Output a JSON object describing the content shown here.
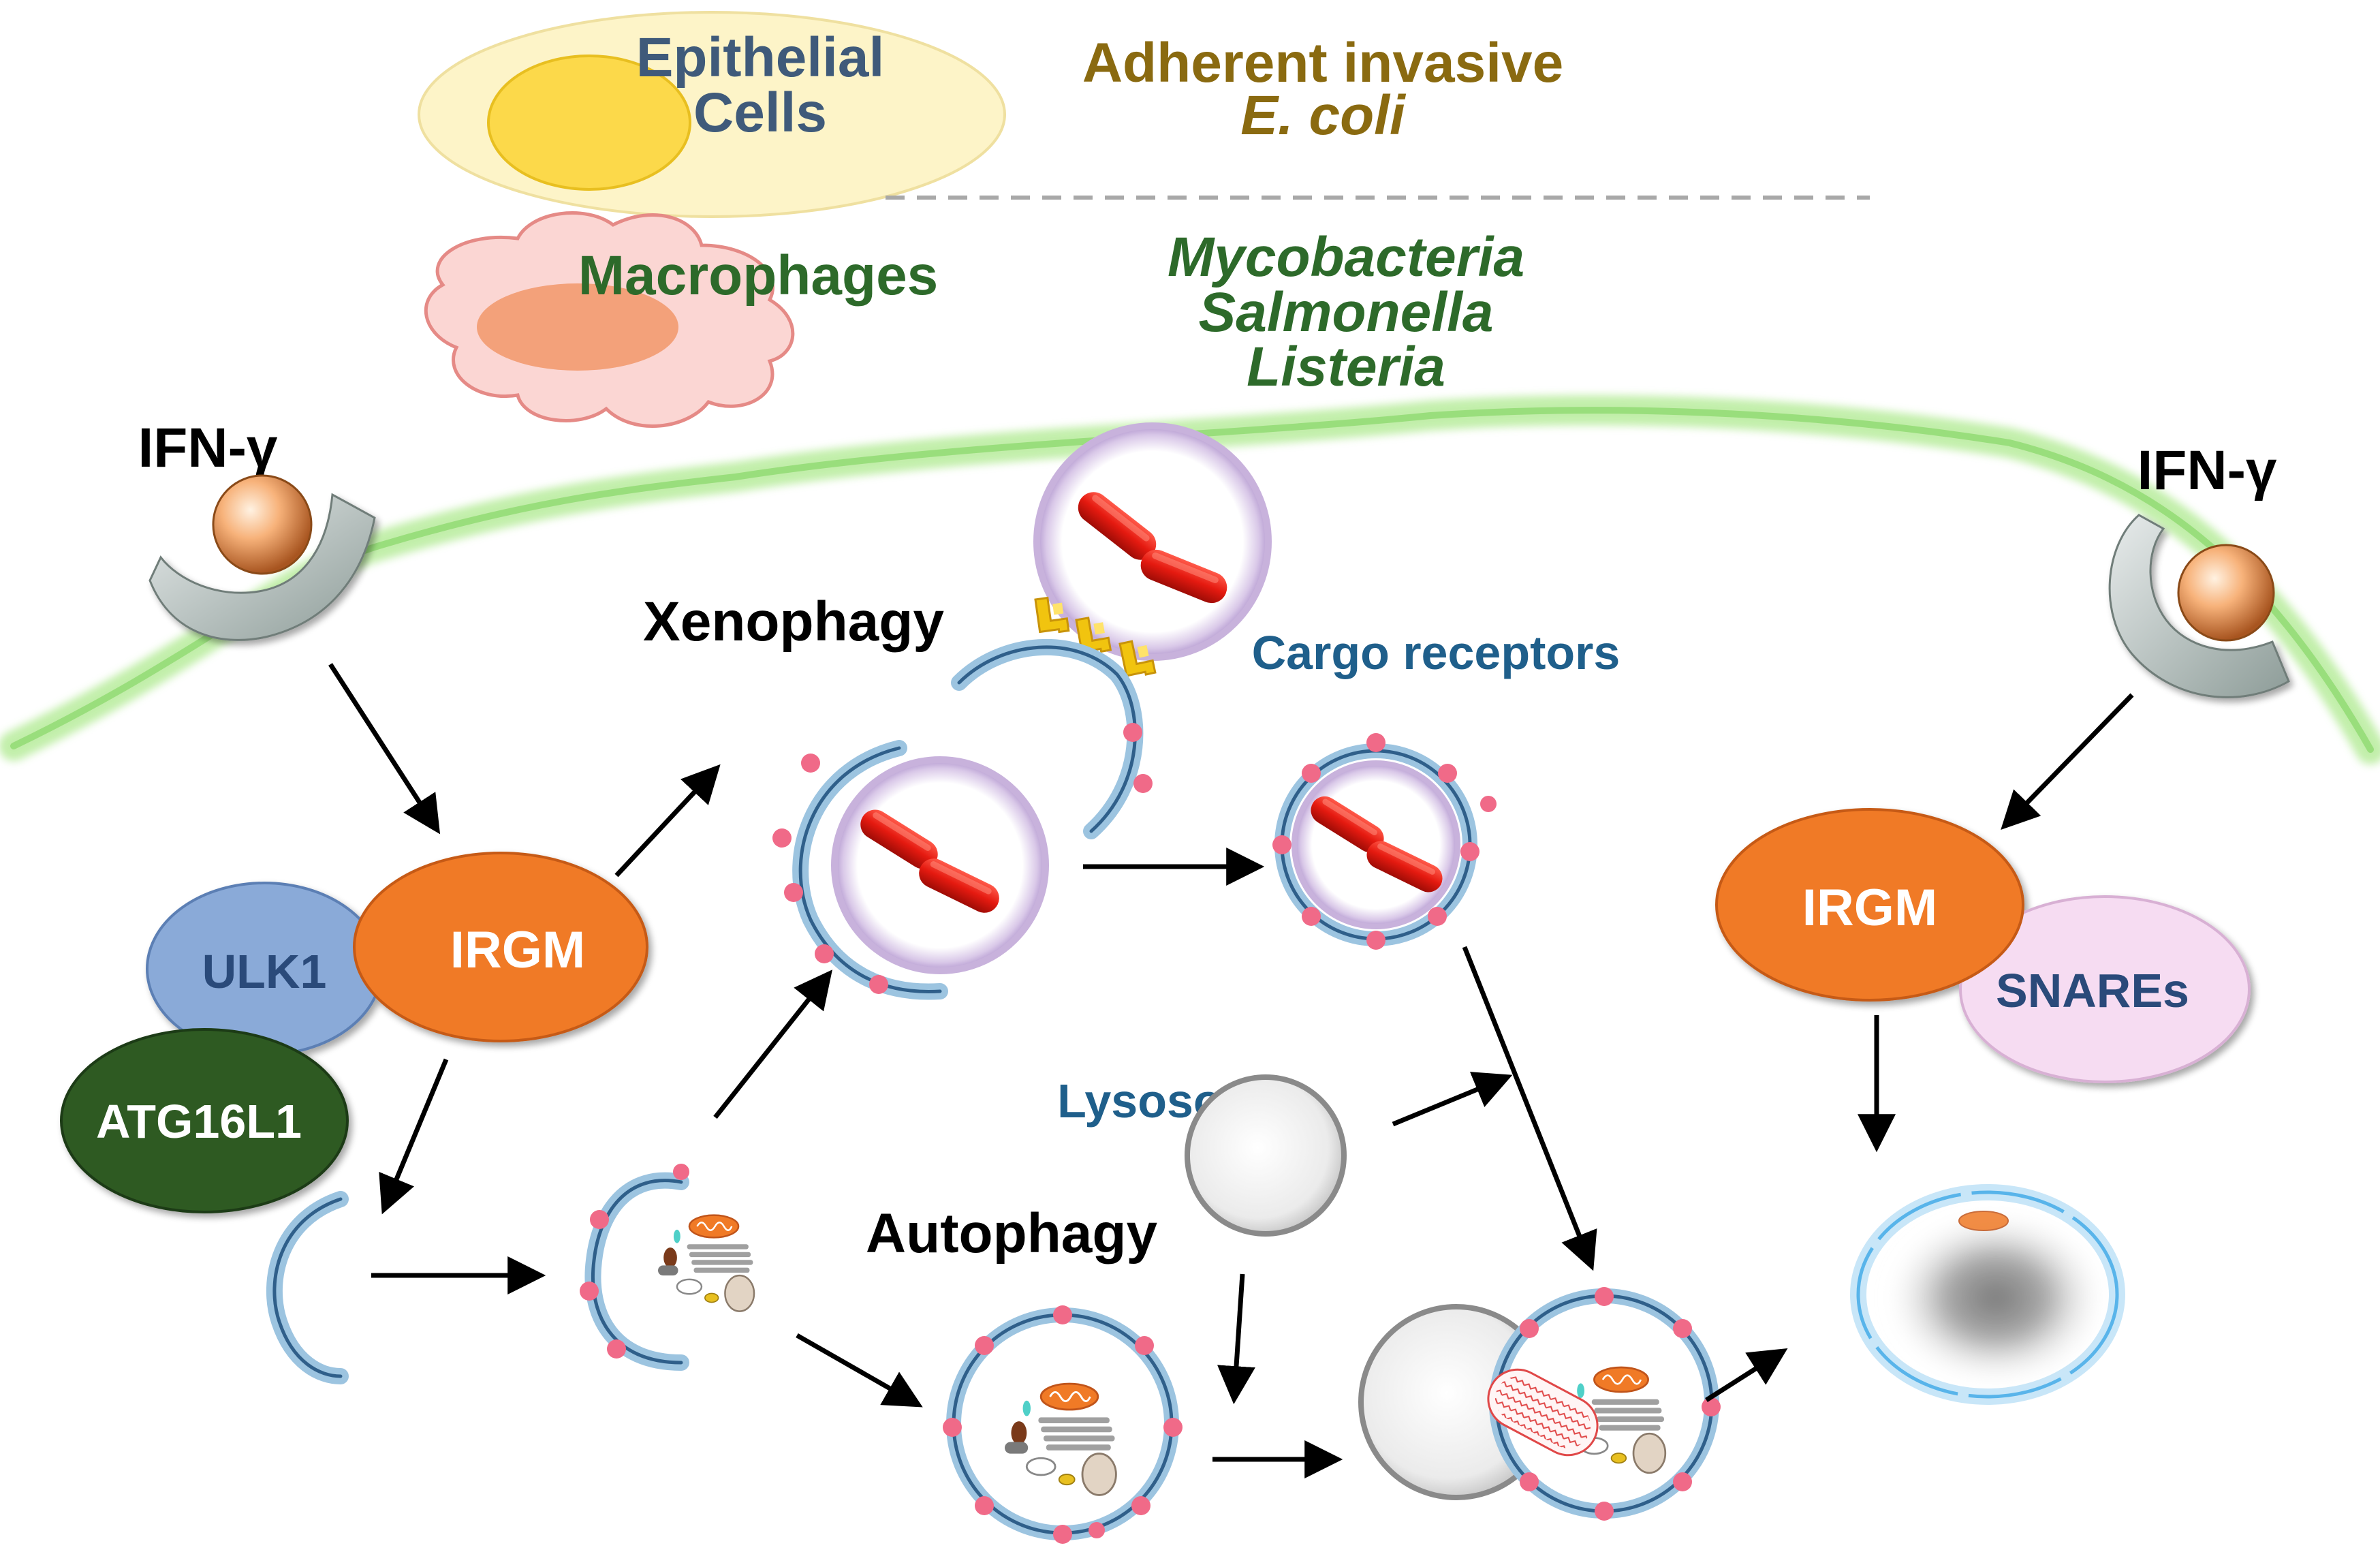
{
  "legend": {
    "epithelial_line1": "Epithelial",
    "epithelial_line2": "Cells",
    "macrophages": "Macrophages",
    "aiec_line1": "Adherent invasive",
    "aiec_line2": "E. coli",
    "pathogen1": "Mycobacteria",
    "pathogen2": "Salmonella",
    "pathogen3": "Listeria"
  },
  "labels": {
    "ifn_left": "IFN-γ",
    "ifn_right": "IFN-γ",
    "xenophagy": "Xenophagy",
    "cargo_receptors": "Cargo receptors",
    "autophagy": "Autophagy",
    "lysosome": "Lysosome"
  },
  "proteins": {
    "ulk1": "ULK1",
    "irgm_left": "IRGM",
    "atg16l1": "ATG16L1",
    "irgm_right": "IRGM",
    "snares": "SNAREs"
  },
  "colors": {
    "epithelial_text": "#3f5a7a",
    "aiec_text": "#8a6a10",
    "pathogen_text": "#2d6a2a",
    "cargo_text": "#1f5f8b",
    "irgm_fill": "#f07a26",
    "ulk1_fill": "#8aaad8",
    "atg16l1_fill": "#2f5a22",
    "snares_fill": "#f6dcf2",
    "membrane": "#a8e090",
    "bacterium": "#e51a10",
    "phagophore": "#4d7fa8"
  }
}
